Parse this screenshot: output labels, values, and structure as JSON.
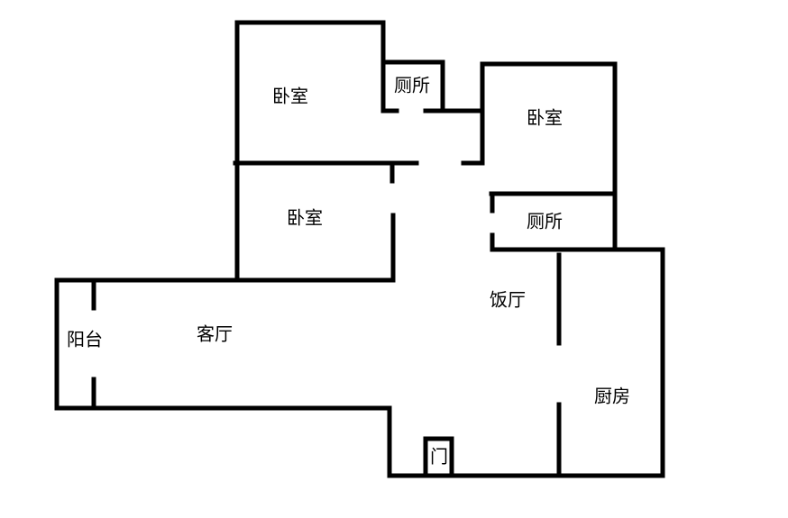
{
  "rooms": {
    "bedroom_top": "卧室",
    "toilet_top": "厕所",
    "bedroom_right": "卧室",
    "bedroom_middle": "卧室",
    "toilet_right": "厕所",
    "dining_room": "饭厅",
    "living_room": "客厅",
    "balcony": "阳台",
    "kitchen": "厨房",
    "entrance_door": "门"
  },
  "colors": {
    "wall": "#000000",
    "background": "#ffffff"
  }
}
